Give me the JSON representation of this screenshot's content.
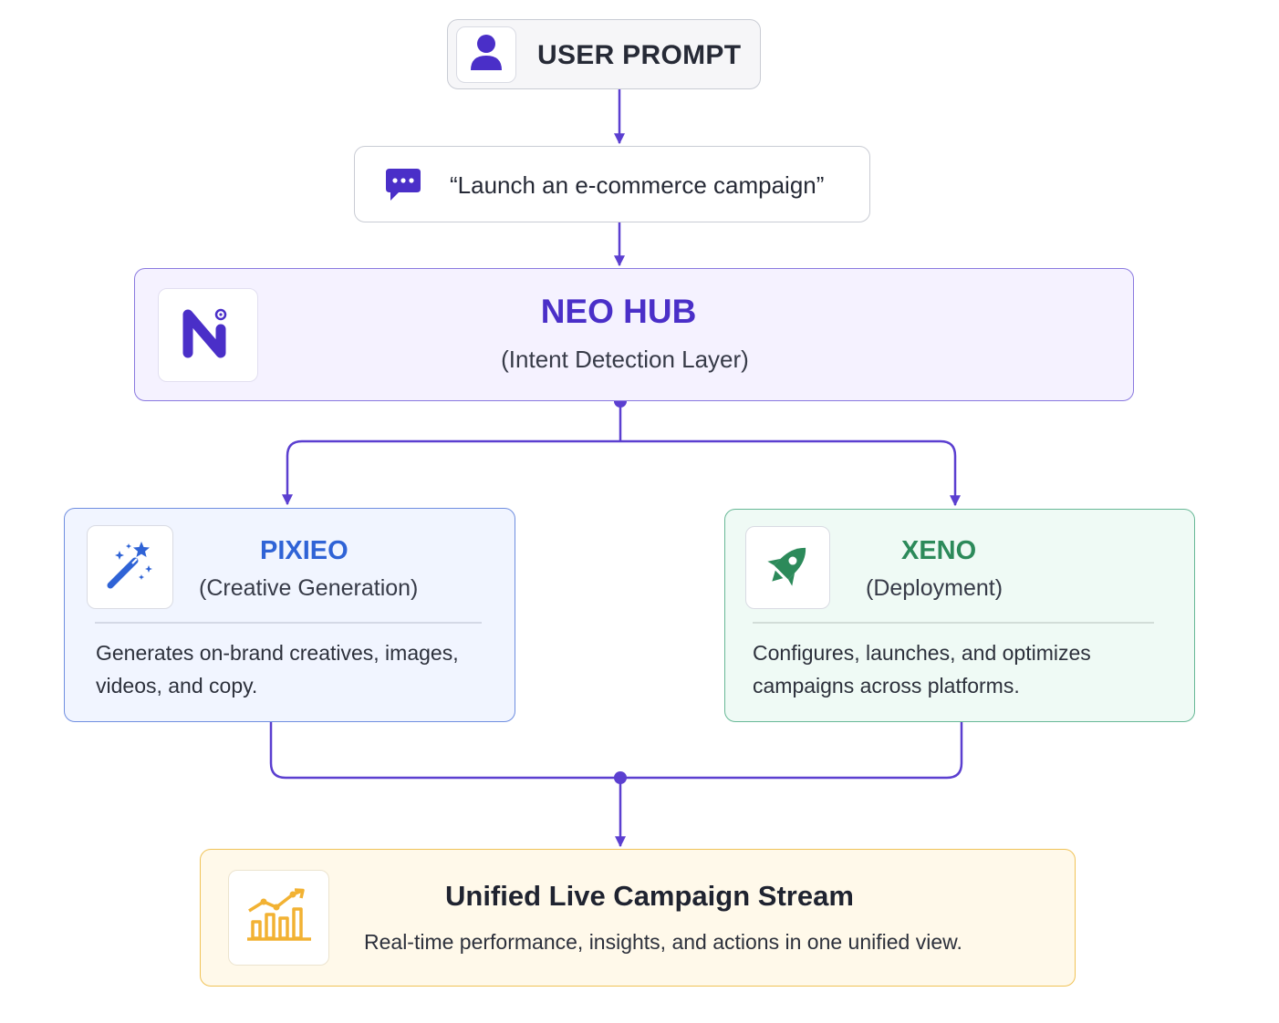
{
  "colors": {
    "connector": "#5b3fd0",
    "neo_accent": "#4a2fc8",
    "pixieo_accent": "#2f63d6",
    "xeno_accent": "#2c8a5a",
    "stream_accent": "#f2b233"
  },
  "user_prompt": {
    "title": "USER PROMPT",
    "icon": "user-icon"
  },
  "prompt_quote": {
    "text": "“Launch an e-commerce campaign”",
    "icon": "chat-bubble-icon"
  },
  "neo_hub": {
    "title": "NEO HUB",
    "subtitle": "(Intent Detection Layer)",
    "icon": "neo-logo-icon"
  },
  "pixieo": {
    "title": "PIXIEO",
    "subtitle": "(Creative Generation)",
    "description": "Generates on-brand creatives, images, videos, and copy.",
    "icon": "magic-wand-icon"
  },
  "xeno": {
    "title": "XENO",
    "subtitle": "(Deployment)",
    "description": "Configures, launches, and optimizes campaigns across platforms.",
    "icon": "rocket-icon"
  },
  "unified_stream": {
    "title": "Unified Live Campaign Stream",
    "description": "Real-time performance, insights, and actions in one unified view.",
    "icon": "growth-chart-icon"
  }
}
